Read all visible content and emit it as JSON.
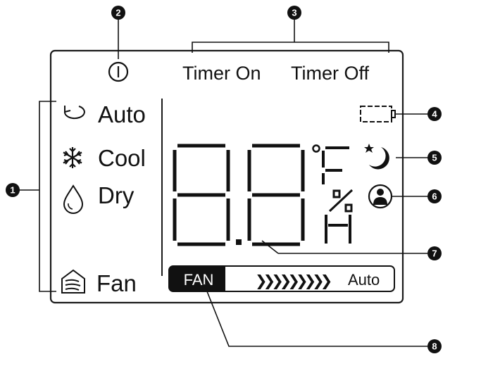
{
  "callouts": {
    "c1": "1",
    "c2": "2",
    "c3": "3",
    "c4": "4",
    "c5": "5",
    "c6": "6",
    "c7": "7",
    "c8": "8"
  },
  "timers": {
    "on_label": "Timer On",
    "off_label": "Timer Off"
  },
  "modes": [
    {
      "label": "Auto",
      "icon": "auto-cycle-icon"
    },
    {
      "label": "Cool",
      "icon": "snowflake-icon"
    },
    {
      "label": "Dry",
      "icon": "droplet-icon"
    },
    {
      "label": "Fan",
      "icon": "fan-house-icon"
    }
  ],
  "display": {
    "digits": "88",
    "decimal_point": ".",
    "degree_symbol": "°",
    "unit_f": "F",
    "percent": "%",
    "unit_h": "H"
  },
  "fan_bar": {
    "label": "FAN",
    "chevrons": "❯❯❯❯❯❯❯❯❯",
    "auto_label": "Auto"
  },
  "icons": {
    "power": "power-icon",
    "battery": "battery-icon",
    "sleep": "moon-star-icon",
    "person": "person-sensor-icon"
  }
}
